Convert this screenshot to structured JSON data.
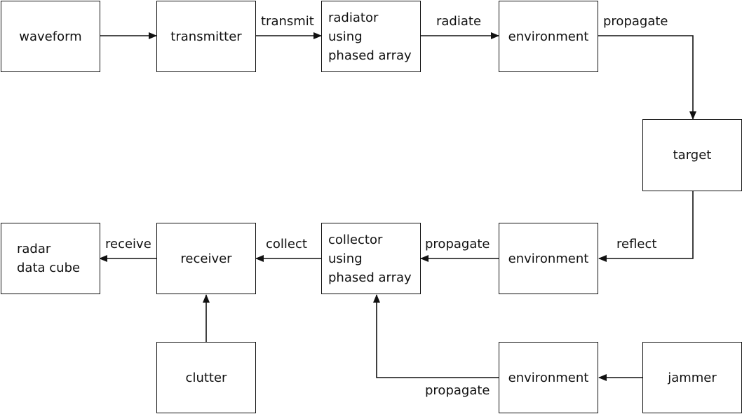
{
  "nodes": {
    "waveform": "waveform",
    "transmitter": "transmitter",
    "radiator": "radiator\nusing\nphased array",
    "environment_top": "environment",
    "target": "target",
    "environment_mid": "environment",
    "collector": "collector\nusing\nphased array",
    "receiver": "receiver",
    "radar_data_cube": "radar\ndata cube",
    "clutter": "clutter",
    "environment_bottom": "environment",
    "jammer": "jammer"
  },
  "edges": {
    "transmit": "transmit",
    "radiate": "radiate",
    "propagate_top": "propagate",
    "reflect": "reflect",
    "propagate_mid": "propagate",
    "collect": "collect",
    "receive": "receive",
    "propagate_bottom": "propagate"
  },
  "colors": {
    "stroke": "#111111",
    "background": "#ffffff"
  }
}
